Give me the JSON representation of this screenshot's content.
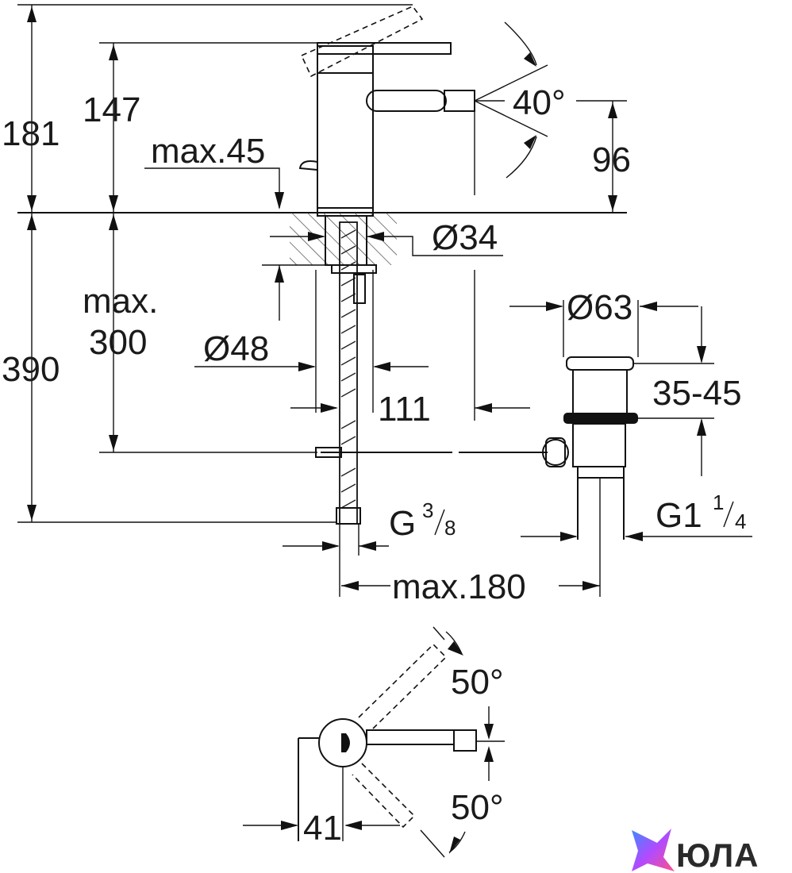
{
  "dimensions": {
    "d181": "181",
    "d147": "147",
    "max45": "max.45",
    "max300_line1": "max.",
    "max300_line2": "300",
    "d390": "390",
    "dia48": "Ø48",
    "dia34": "Ø34",
    "angle40": "40°",
    "d96": "96",
    "dia63": "Ø63",
    "range3545": "35-45",
    "d111": "111",
    "g38_base": "G",
    "g38_num": "3",
    "g38_den": "8",
    "g114_base": "G1",
    "g114_num": "1",
    "g114_den": "4",
    "max180": "max.180",
    "angle50_top": "50°",
    "angle50_bottom": "50°",
    "d41": "41"
  },
  "brand": {
    "name": "ЮЛА",
    "colors": {
      "gradient_start": "#3a8bff",
      "gradient_mid": "#b04bff",
      "gradient_end": "#ff4f8b"
    }
  }
}
